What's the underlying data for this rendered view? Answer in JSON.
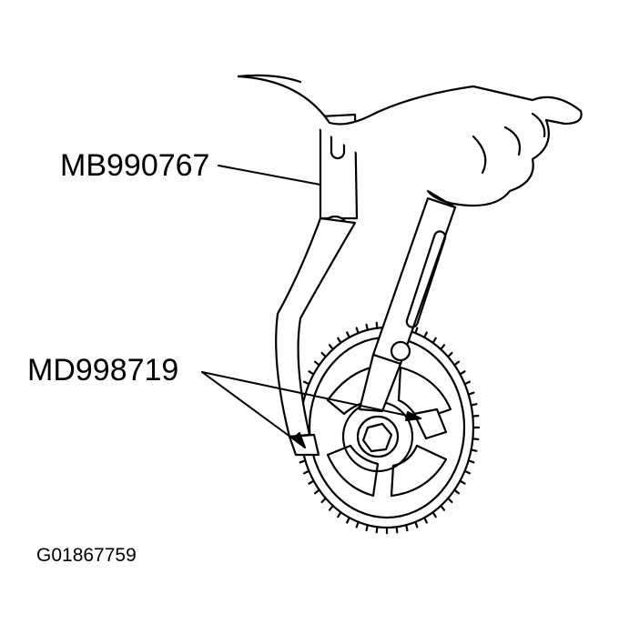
{
  "labels": {
    "tool_a": "MB990767",
    "tool_b": "MD998719",
    "figure_id": "G01867759"
  },
  "colors": {
    "ink": "#000000",
    "paper": "#ffffff"
  }
}
